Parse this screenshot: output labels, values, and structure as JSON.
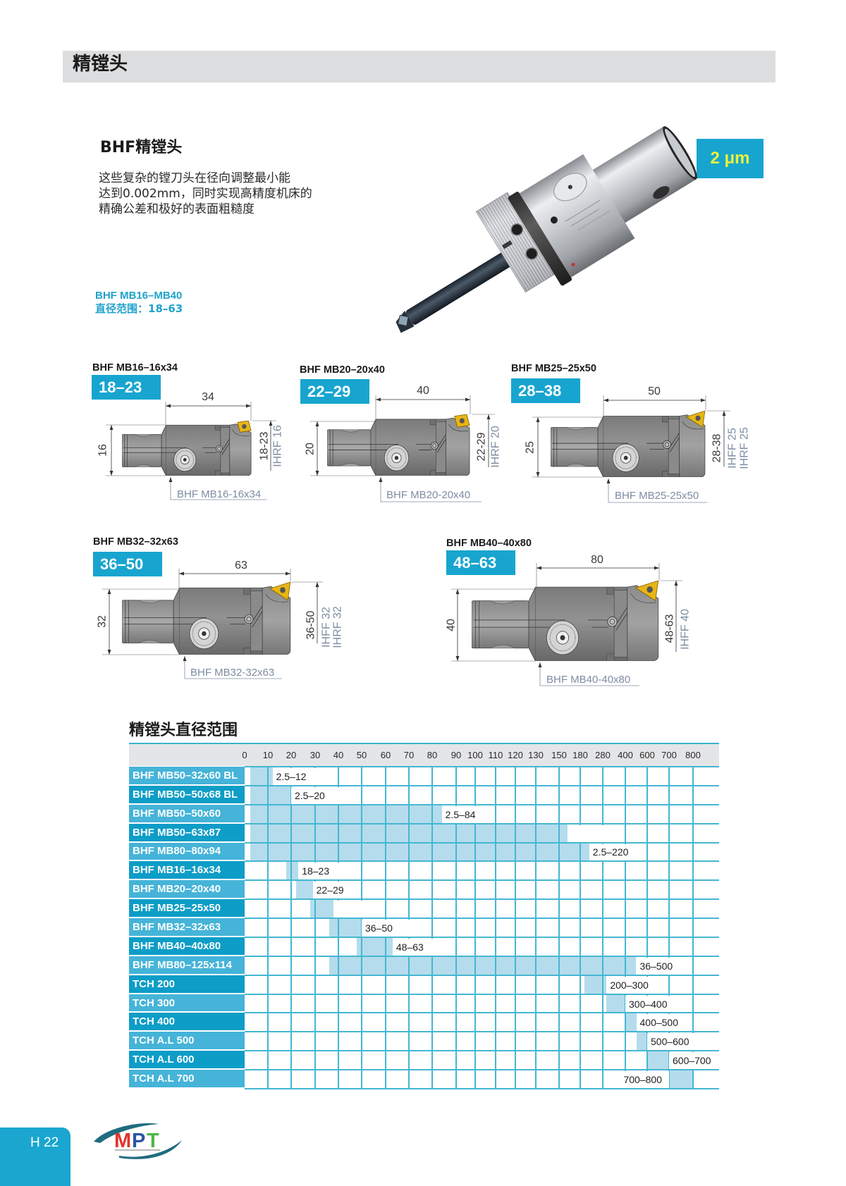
{
  "header": {
    "section_title": "精镗头"
  },
  "intro": {
    "product_title": "BHF精镗头",
    "description_lines": [
      "这些复杂的镗刀头在径向调整最小能",
      "达到0.002mm，同时实现高精度机床的",
      "精确公差和极好的表面粗糙度"
    ],
    "series_label": "BHF MB16–MB40",
    "diameter_range_label": "直径范围：18–63",
    "precision_badge": "2 μm"
  },
  "diagrams": [
    {
      "model": "BHF MB16–16x34",
      "range": "18–23",
      "length": "34",
      "shank": "16",
      "bore": "18-23",
      "inserts": [
        "IHRF 16"
      ],
      "callout": "BHF MB16-16x34"
    },
    {
      "model": "BHF MB20–20x40",
      "range": "22–29",
      "length": "40",
      "shank": "20",
      "bore": "22-29",
      "inserts": [
        "IHRF 20"
      ],
      "callout": "BHF MB20-20x40"
    },
    {
      "model": "BHF MB25–25x50",
      "range": "28–38",
      "length": "50",
      "shank": "25",
      "bore": "28-38",
      "inserts": [
        "IHFF 25",
        "IHRF 25"
      ],
      "callout": "BHF MB25-25x50"
    },
    {
      "model": "BHF MB32–32x63",
      "range": "36–50",
      "length": "63",
      "shank": "32",
      "bore": "36-50",
      "inserts": [
        "IHFF 32",
        "IHRF 32"
      ],
      "callout": "BHF MB32-32x63"
    },
    {
      "model": "BHF MB40–40x80",
      "range": "48–63",
      "length": "80",
      "shank": "40",
      "bore": "48-63",
      "inserts": [
        "IHFF 40"
      ],
      "callout": "BHF MB40-40x80"
    }
  ],
  "chart_data": {
    "type": "table",
    "title": "精镗头直径范围",
    "columns": [
      "0",
      "10",
      "20",
      "30",
      "40",
      "50",
      "60",
      "70",
      "80",
      "90",
      "100",
      "110",
      "120",
      "130",
      "150",
      "180",
      "280",
      "400",
      "600",
      "700",
      "800"
    ],
    "rows": [
      {
        "name": "BHF MB50–32x60 BL",
        "range": [
          2.5,
          12
        ],
        "label": "2.5–12"
      },
      {
        "name": "BHF MB50–50x68 BL",
        "range": [
          2.5,
          20
        ],
        "label": "2.5–20"
      },
      {
        "name": "BHF MB50–50x60",
        "range": [
          2.5,
          84
        ],
        "label": "2.5–84"
      },
      {
        "name": "BHF MB50–63x87",
        "range": [
          2.5,
          162
        ],
        "label": ""
      },
      {
        "name": "BHF MB80–80x94",
        "range": [
          2.5,
          220
        ],
        "label": "2.5–220"
      },
      {
        "name": "BHF MB16–16x34",
        "range": [
          18,
          23
        ],
        "label": "18–23"
      },
      {
        "name": "BHF MB20–20x40",
        "range": [
          22,
          29
        ],
        "label": "22–29"
      },
      {
        "name": "BHF MB25–25x50",
        "range": [
          28,
          38
        ],
        "label": ""
      },
      {
        "name": "BHF MB32–32x63",
        "range": [
          36,
          50
        ],
        "label": "36–50"
      },
      {
        "name": "BHF MB40–40x80",
        "range": [
          48,
          63
        ],
        "label": "48–63"
      },
      {
        "name": "BHF MB80–125x114",
        "range": [
          36,
          500
        ],
        "label": "36–500"
      },
      {
        "name": "TCH 200",
        "range": [
          200,
          300
        ],
        "label": "200–300"
      },
      {
        "name": "TCH 300",
        "range": [
          300,
          400
        ],
        "label": "300–400"
      },
      {
        "name": "TCH 400",
        "range": [
          400,
          500
        ],
        "label": "400–500"
      },
      {
        "name": "TCH A.L 500",
        "range": [
          500,
          600
        ],
        "label": "500–600"
      },
      {
        "name": "TCH A.L 600",
        "range": [
          600,
          700
        ],
        "label": "600–700"
      },
      {
        "name": "TCH A.L 700",
        "range": [
          700,
          800
        ],
        "label": "700–800",
        "label_side": "left"
      }
    ],
    "colors": {
      "row_light": "#45b4d8",
      "row_dark": "#0d9dc7",
      "bar": "#b5dcec",
      "grid": "#44b7d2",
      "header_bg": "#e4e5e7"
    }
  },
  "footer": {
    "page_number": "H 22",
    "logo": {
      "letters": [
        "M",
        "P",
        "T"
      ],
      "colors": [
        "#e2332b",
        "#2a55a6",
        "#4cb748"
      ],
      "swoosh_color": "#1f6c80"
    }
  }
}
